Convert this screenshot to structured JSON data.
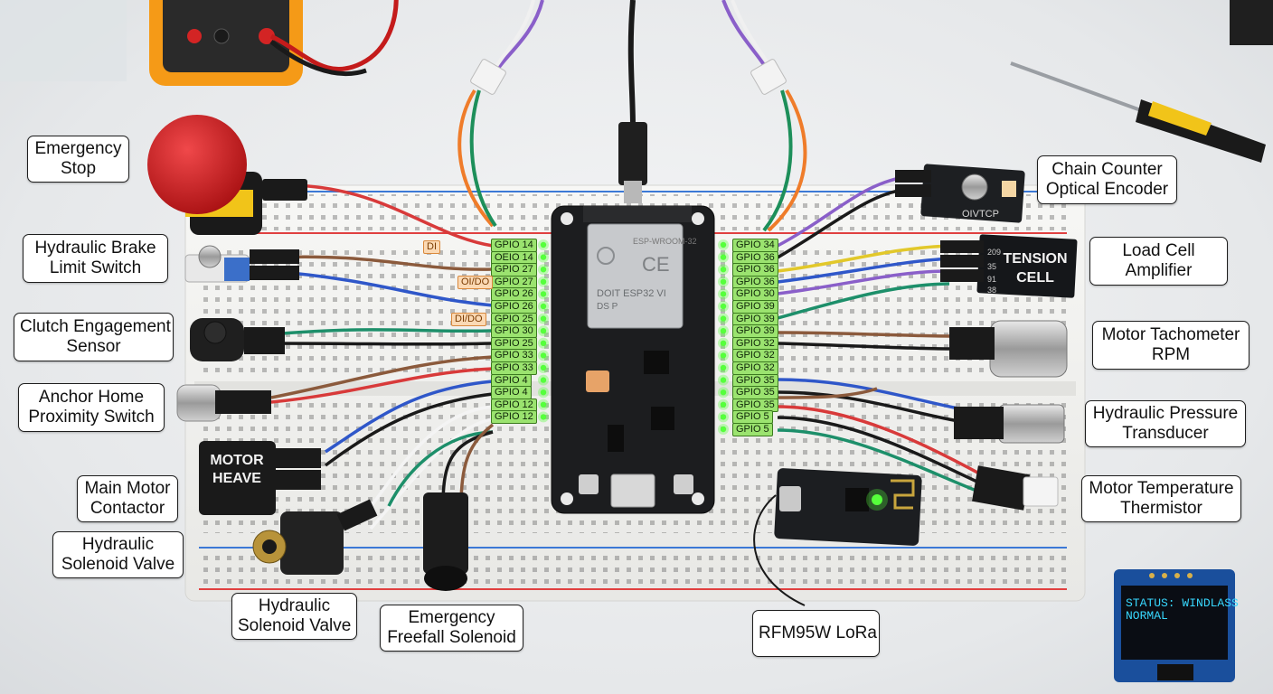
{
  "labels": {
    "emergency_stop": [
      "Emergency",
      "Stop"
    ],
    "hydraulic_brake": [
      "Hydraulic Brake",
      "Limit Switch"
    ],
    "clutch_sensor": [
      "Clutch Engagement",
      "Sensor"
    ],
    "anchor_home": [
      "Anchor Home",
      "Proximity Switch"
    ],
    "main_motor": [
      "Main Motor",
      "Contactor"
    ],
    "hydraulic_valve_1": [
      "Hydraulic",
      "Solenoid Valve"
    ],
    "hydraulic_valve_2": [
      "Hydraulic",
      "Solenoid Valve"
    ],
    "freefall_solenoid": [
      "Emergency",
      "Freefall Solenoid"
    ],
    "chain_counter": [
      "Chain Counter",
      "Optical Encoder"
    ],
    "load_cell": [
      "Load Cell",
      "Amplifier"
    ],
    "motor_tach": [
      "Motor Tachometer",
      "RPM"
    ],
    "hydraulic_pressure": [
      "Hydraulic Pressure",
      "Transducer"
    ],
    "motor_temp": [
      "Motor Temperature",
      "Thermistor"
    ],
    "lora": [
      "RFM95W LoRa"
    ]
  },
  "left_pins": [
    "GPIO 14",
    "OEIO 14",
    "GPIO 27",
    "GPIO 27",
    "GPIO 26",
    "GPIO 26",
    "GPIO 25",
    "GPIO 30",
    "GPIO 25",
    "GPIO 33",
    "GPIO 33",
    "GPIO 4",
    "GPIO 4",
    "GPIO 12",
    "GPIO 12"
  ],
  "right_pins": [
    "GPIO 34",
    "GPIO 36",
    "GPIO 36",
    "GPIO 36",
    "GPIO 30",
    "GPIO 39",
    "GPIO 39",
    "GPIO 39",
    "GPIO 32",
    "GPIO 32",
    "GPIO 32",
    "GPIO 35",
    "GPIO 35",
    "GPIO 35",
    "GPIO 5",
    "GPIO 5"
  ],
  "pin_mode_tags": [
    "DI",
    "OI/DO",
    "DI/DO"
  ],
  "modules": {
    "motor_heave": [
      "MOTOR",
      "HEAVE"
    ],
    "tension_cell": [
      "TENSION",
      "CELL"
    ],
    "tension_pins": [
      "209",
      "35",
      "91",
      "38"
    ],
    "encoder_marking": "OIVTCP",
    "esp_marking": [
      "DOIT ESP32 VI",
      "DS P"
    ]
  },
  "oled": {
    "line1": "STATUS: WINDLASS",
    "line2": "NORMAL"
  },
  "colors": {
    "pin_label_fill": "#9be36f",
    "led_green": "#56ff3c",
    "board_black": "#1c1d1f",
    "breadboard": "#f3f3f1",
    "rail_red": "#e04040",
    "rail_blue": "#3c79d6"
  }
}
